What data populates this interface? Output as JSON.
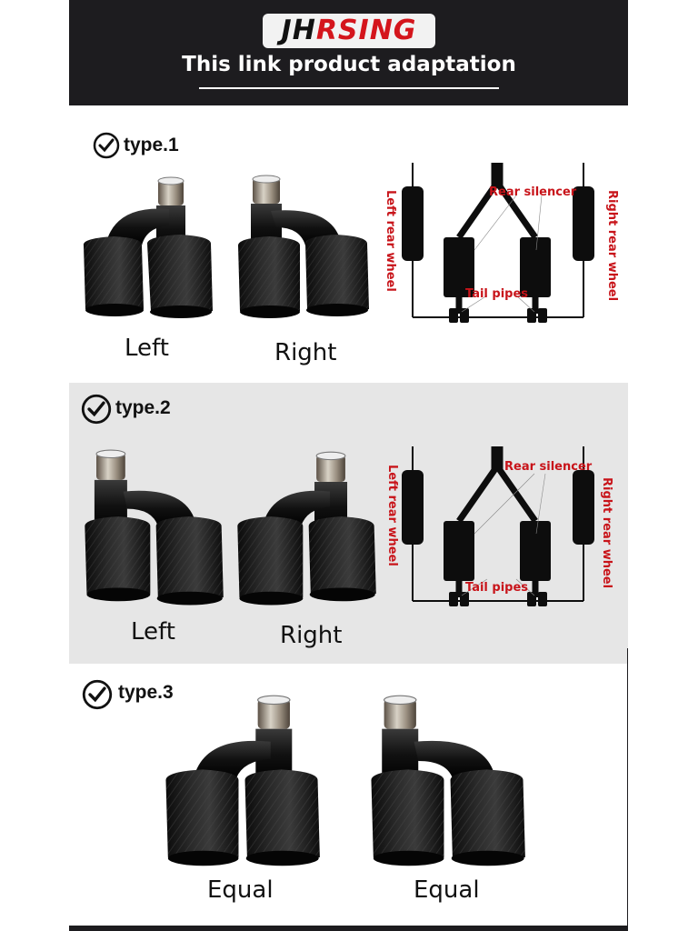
{
  "header": {
    "brand_part1": "JH",
    "brand_part2": "RSING",
    "subtitle": "This link product adaptation"
  },
  "types": [
    {
      "label": "type.1",
      "captions": [
        "Left",
        "Right"
      ]
    },
    {
      "label": "type.2",
      "captions": [
        "Left",
        "Right"
      ]
    },
    {
      "label": "type.3",
      "captions": [
        "Equal",
        "Equal"
      ]
    }
  ],
  "diagram": {
    "rear_silencer": "Rear silencer",
    "tail_pipes": "Tail pipes",
    "left_rear_wheel": "Left rear wheel",
    "right_rear_wheel": "Right rear wheel"
  },
  "colors": {
    "header_bg": "#1d1c1f",
    "accent_red": "#c8141a",
    "alt_section_bg": "#e6e6e6"
  },
  "icons": [
    "check-circle-icon",
    "exhaust-tip-image",
    "exhaust-layout-diagram"
  ]
}
